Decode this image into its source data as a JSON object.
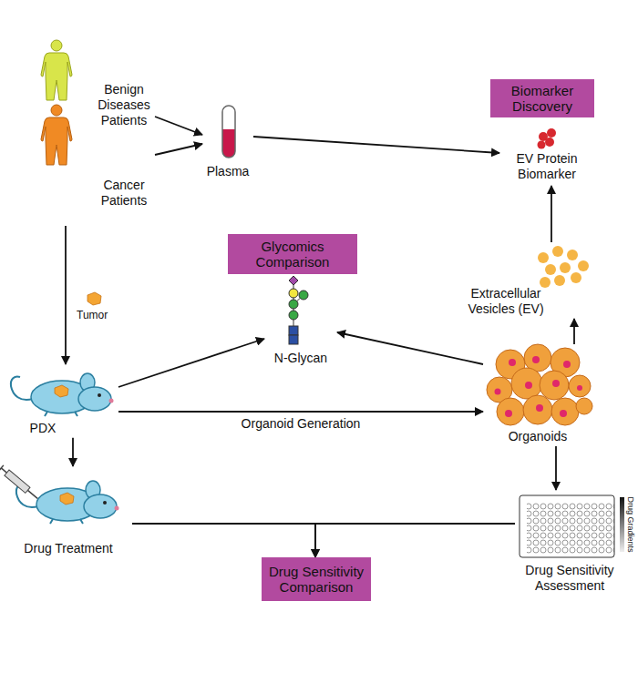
{
  "diagram": {
    "nodes": [
      {
        "text": [
          "Biomarker Discovery"
        ]
      },
      {
        "text": [
          "Benign Diseases Patients"
        ]
      },
      {
        "text": [
          "Cancer Patients"
        ]
      },
      {
        "text": [
          "Plasma"
        ]
      },
      {
        "text": [
          "EV Protein Biomarker"
        ]
      },
      {
        "text": [
          "Glycomics Comparison"
        ]
      },
      {
        "text": [
          "N-Glycan"
        ]
      },
      {
        "text": [
          "Extracellular Vesicles (EV)"
        ]
      },
      {
        "text": [
          "PDX"
        ]
      },
      {
        "text": [
          "Organoids"
        ]
      },
      {
        "text": [
          "Drug Treatment"
        ]
      },
      {
        "text": [
          "Drug Sensitivity Assessment"
        ]
      },
      {
        "text": [
          "Drug Sensitivity Comparison"
        ]
      }
    ],
    "edges": [
      {
        "from": 1,
        "to": 3,
        "arrow": "to"
      },
      {
        "from": 2,
        "to": 3,
        "arrow": "to"
      },
      {
        "from": 3,
        "to": 4,
        "arrow": "to"
      },
      {
        "from": 2,
        "to": 8,
        "arrow": "to"
      },
      {
        "from": 8,
        "to": 6,
        "arrow": "to"
      },
      {
        "from": 8,
        "to": 9,
        "label": "Organoid Generation",
        "arrow": "to"
      },
      {
        "from": 9,
        "to": 6,
        "arrow": "to"
      },
      {
        "from": 9,
        "to": 7,
        "arrow": "to"
      },
      {
        "from": 7,
        "to": 4,
        "arrow": "to"
      },
      {
        "from": 8,
        "to": 10,
        "arrow": "to"
      },
      {
        "from": 9,
        "to": 11,
        "arrow": "to"
      },
      {
        "from": 10,
        "to": 12,
        "arrow": "to"
      },
      {
        "from": 11,
        "to": 12,
        "arrow": "to"
      }
    ],
    "labels": [
      "Tumor",
      "Drug Gradients"
    ]
  }
}
